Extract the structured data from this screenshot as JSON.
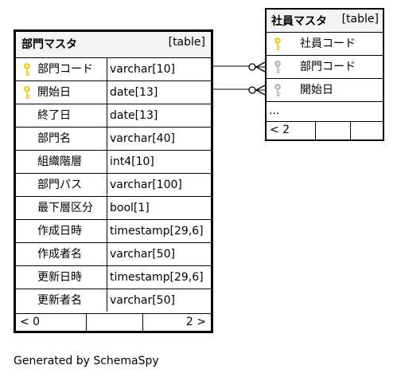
{
  "dept_table": {
    "name": "部門マスタ",
    "type": "[table]",
    "columns": [
      {
        "name": "部門コード",
        "type": "varchar[10]",
        "key": true
      },
      {
        "name": "開始日",
        "type": "date[13]",
        "key": true
      },
      {
        "name": "終了日",
        "type": "date[13]",
        "key": false
      },
      {
        "name": "部門名",
        "type": "varchar[40]",
        "key": false
      },
      {
        "name": "組織階層",
        "type": "int4[10]",
        "key": false
      },
      {
        "name": "部門パス",
        "type": "varchar[100]",
        "key": false
      },
      {
        "name": "最下層区分",
        "type": "bool[1]",
        "key": false
      },
      {
        "name": "作成日時",
        "type": "timestamp[29,6]",
        "key": false
      },
      {
        "name": "作成者名",
        "type": "varchar[50]",
        "key": false
      },
      {
        "name": "更新日時",
        "type": "timestamp[29,6]",
        "key": false
      },
      {
        "name": "更新者名",
        "type": "varchar[50]",
        "key": false
      }
    ],
    "footer_left": "< 0",
    "footer_right": "2 >"
  },
  "emp_table": {
    "name": "社員マスタ",
    "type": "[table]",
    "columns": [
      {
        "name": "社員コード",
        "key": "primary"
      },
      {
        "name": "部門コード",
        "key": "foreign"
      },
      {
        "name": "開始日",
        "key": "foreign"
      }
    ],
    "more": "...",
    "footer_left": "< 2"
  },
  "footer_text": "Generated by SchemaSpy",
  "colors": {
    "primary_key": "#e8d33a",
    "foreign_key": "#bdbdbd",
    "header_bg": "#f4f4f4",
    "line": "#000000"
  }
}
